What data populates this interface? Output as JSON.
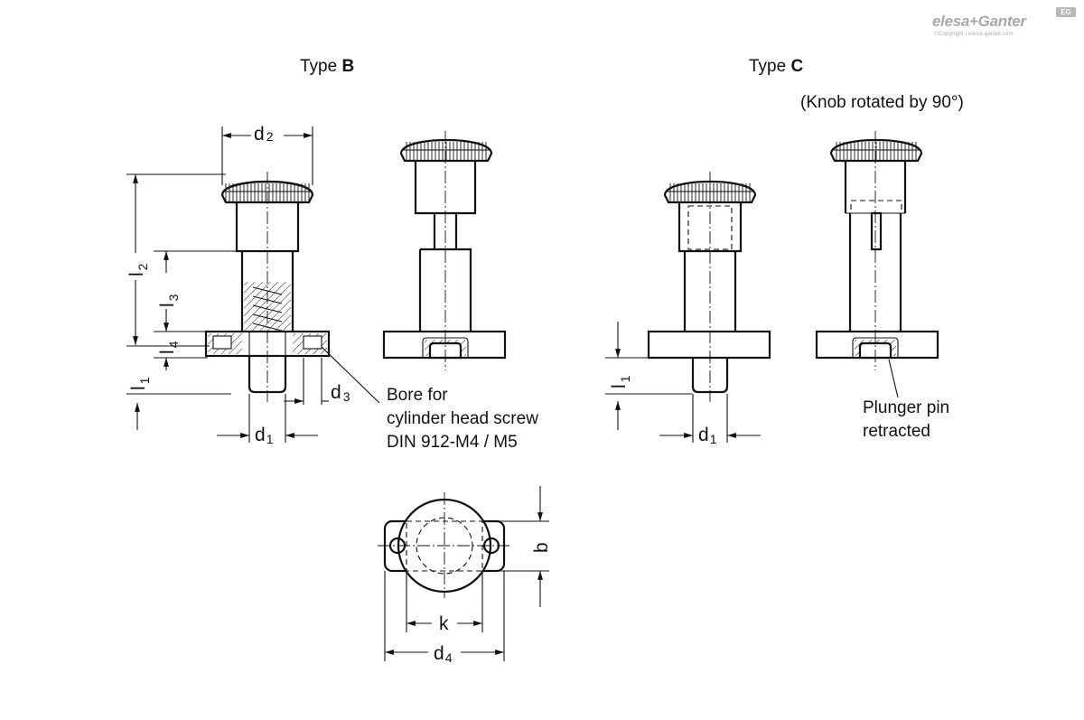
{
  "logo": {
    "brand": "elesa+Ganter",
    "sub": "©Copyright | elesa-ganter.com",
    "badge": "EG"
  },
  "type_b": {
    "prefix": "Type ",
    "letter": "B"
  },
  "type_c": {
    "prefix": "Type ",
    "letter": "C"
  },
  "knob_note": "(Knob rotated by 90°)",
  "bore_note": {
    "line1": "Bore for",
    "line2": "cylinder head screw",
    "line3": "DIN 912-M4 / M5"
  },
  "plunger_note": {
    "line1": "Plunger pin",
    "line2": "retracted"
  },
  "dims": {
    "d": "d",
    "d2_sub": "2",
    "d1_sub": "1",
    "d3_sub": "3",
    "d4_sub": "4",
    "l": "l",
    "l1_sub": "1",
    "l2_sub": "2",
    "l3_sub": "3",
    "l4_sub": "4",
    "b": "b",
    "k": "k"
  }
}
